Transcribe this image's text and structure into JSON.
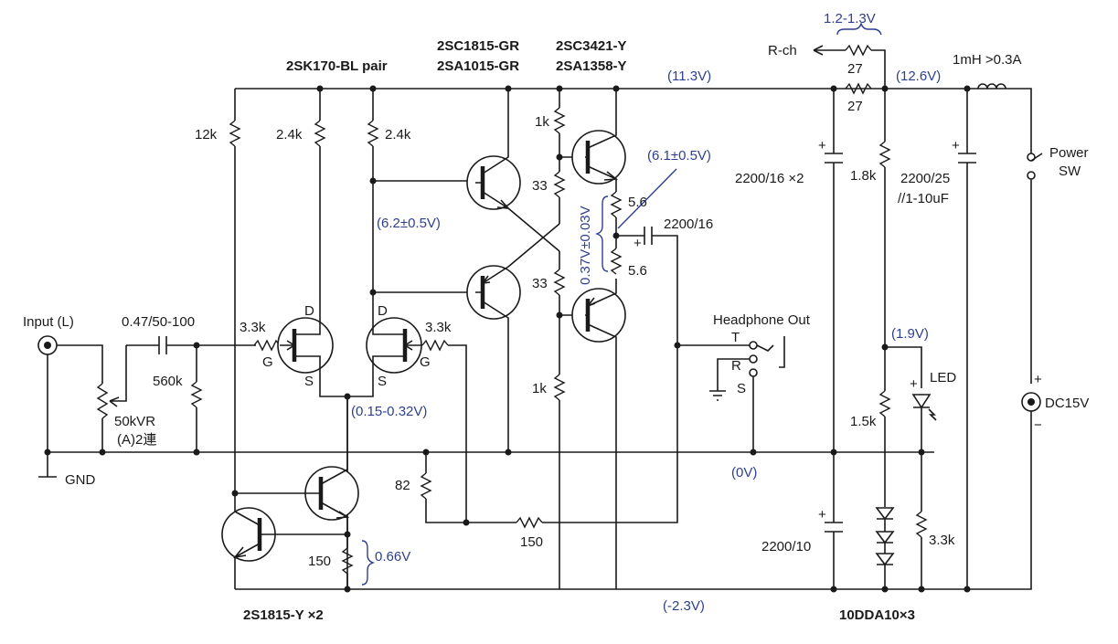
{
  "transistor_labels": {
    "jfet_pair": "2SK170-BL pair",
    "driver_npn": "2SC1815-GR",
    "driver_pnp": "2SA1015-GR",
    "output_npn": "2SC3421-Y",
    "output_pnp": "2SA1358-Y",
    "current_source": "2S1815-Y ×2",
    "diodes": "10DDA10×3"
  },
  "jfet_pins": {
    "drain": "D",
    "gate": "G",
    "source": "S"
  },
  "resistors": {
    "r12k": "12k",
    "r2_4k_left": "2.4k",
    "r2_4k_right": "2.4k",
    "r1k_top": "1k",
    "r33_top": "33",
    "r33_bottom": "33",
    "r1k_bottom": "1k",
    "r5_6_top": "5.6",
    "r5_6_bottom": "5.6",
    "r27_rch": "27",
    "r27_main": "27",
    "r1_8k": "1.8k",
    "r1_5k": "1.5k",
    "r3_3k_led": "3.3k",
    "r3_3k_gate_left": "3.3k",
    "r3_3k_gate_right": "3.3k",
    "r560k": "560k",
    "r82": "82",
    "r150_fb": "150",
    "r150_cs": "150"
  },
  "capacitors": {
    "input": "0.47/50-100",
    "output": "2200/16",
    "supply_pos": "2200/16 ×2",
    "supply_main": "2200/25",
    "supply_main_bypass": "//1-10uF",
    "supply_neg": "2200/10"
  },
  "other_parts": {
    "input_label": "Input (L)",
    "volume": "50kVR",
    "volume_type": "(A)2連",
    "gnd": "GND",
    "headphone": "Headphone Out",
    "jack_t": "T",
    "jack_r": "R",
    "jack_s": "S",
    "led": "LED",
    "inductor": "1mH >0.3A",
    "power_sw": "Power",
    "power_sw2": "SW",
    "dc_in": "DC15V",
    "rch": "R-ch",
    "plus": "+",
    "minus": "−"
  },
  "voltages": {
    "rch_drop": "1.2-1.3V",
    "v11_3": "(11.3V)",
    "v12_6": "(12.6V)",
    "mid_out": "(6.1±0.5V)",
    "drain_node": "(6.2±0.5V)",
    "bias": "0.37V±0.03V",
    "jfet_source": "(0.15-0.32V)",
    "zero": "(0V)",
    "vbe": "0.66V",
    "neg_rail": "(-2.3V)",
    "led_node": "(1.9V)"
  }
}
